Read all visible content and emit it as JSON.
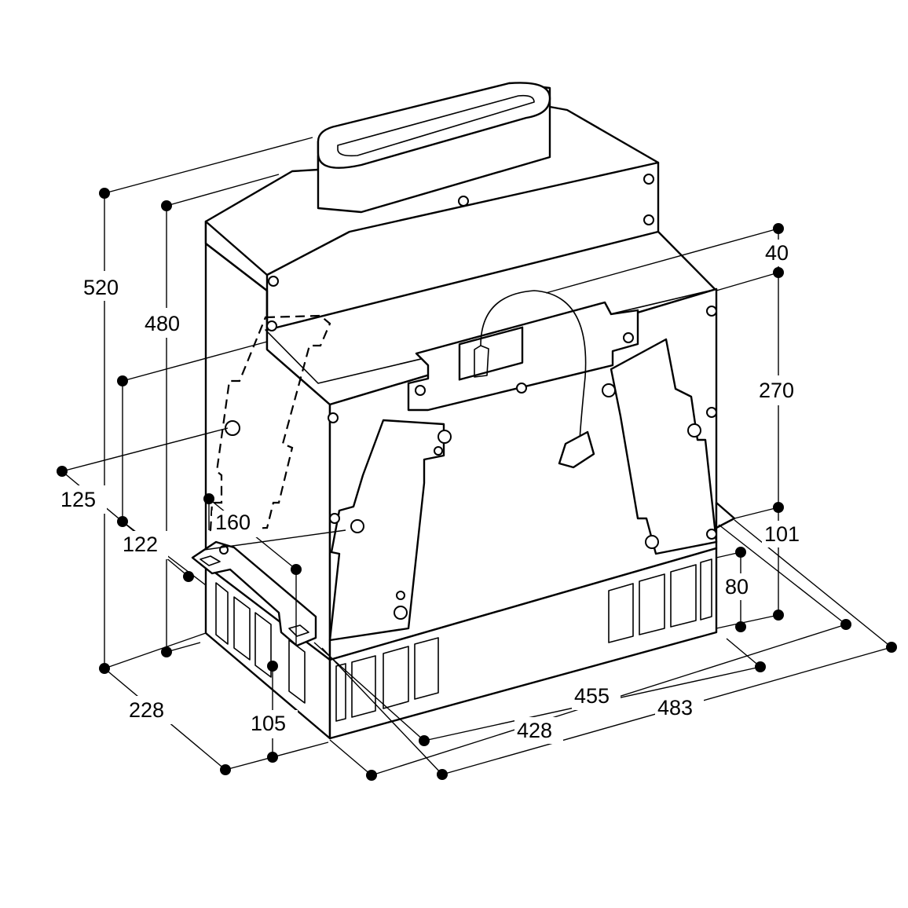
{
  "diagram": {
    "colors": {
      "line": "#000000",
      "background": "#ffffff"
    },
    "dimensions": {
      "d520": "520",
      "d480": "480",
      "d40": "40",
      "d270": "270",
      "d125": "125",
      "d122": "122",
      "d160": "160",
      "d101": "101",
      "d80": "80",
      "d228": "228",
      "d105": "105",
      "d455": "455",
      "d483": "483",
      "d428": "428"
    }
  }
}
